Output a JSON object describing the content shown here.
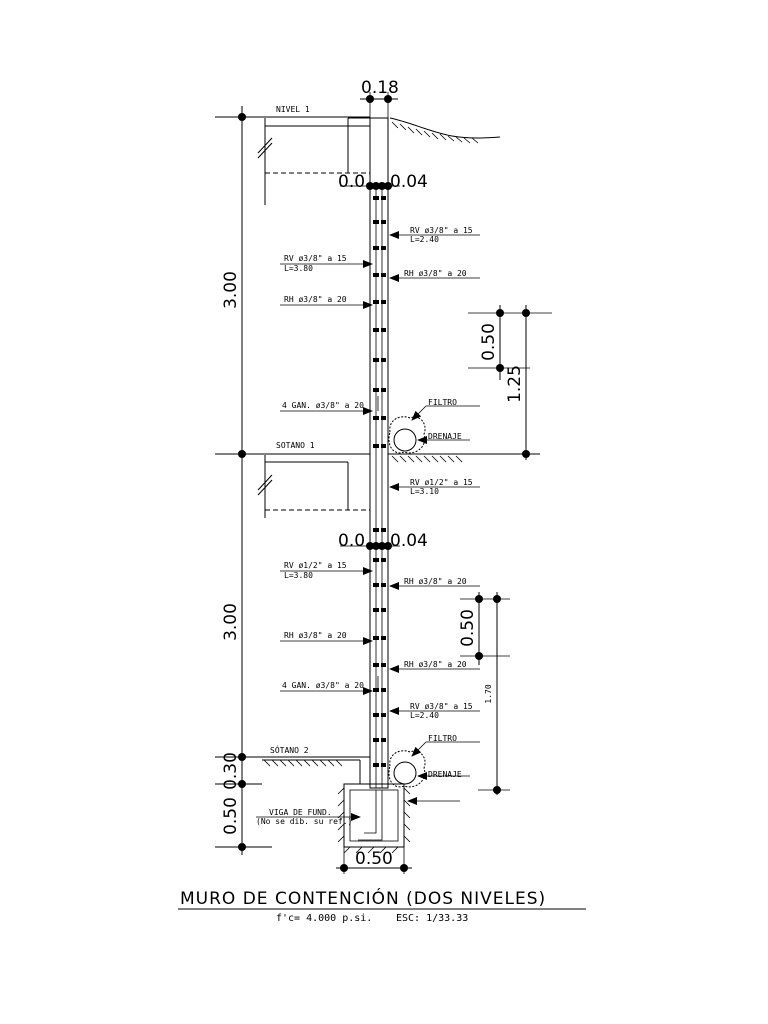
{
  "drawing": {
    "levels": {
      "nivel1": "NIVEL 1",
      "sotano1": "SOTANO 1",
      "sotano2": "SÓTANO 2"
    },
    "dims": {
      "top_width": "0.18",
      "upper_height": "3.00",
      "upper_cover": "0.04",
      "upper_cover_left": "0.0",
      "lower_height": "3.00",
      "lower_cover": "0.04",
      "lower_cover_left": "0.0",
      "base_030": "0.30",
      "base_050": "0.50",
      "footing_width": "0.50",
      "right_050_top": "0.50",
      "right_125": "1.25",
      "right_050_bottom": "0.50",
      "right_170": "1.70"
    },
    "rebar": {
      "rv_upper_right": "RV ø3/8\" a 15",
      "rv_upper_right_len": "L=2.40",
      "rv_upper_left": "RV ø3/8\" a 15",
      "rv_upper_left_len": "L=3.80",
      "rh_upper_right": "RH ø3/8\" a 20",
      "rh_upper_left": "RH ø3/8\" a 20",
      "gan_upper": "4 GAN. ø3/8\" a 20",
      "rv_mid_right": "RV ø1/2\" a 15",
      "rv_mid_right_len": "L=3.10",
      "rv_lower_left": "RV ø1/2\" a 15",
      "rv_lower_left_len": "L=3.80",
      "rh_lower_right_1": "RH ø3/8\" a 20",
      "rh_lower_left": "RH ø3/8\" a 20",
      "rh_lower_right_2": "RH ø3/8\" a 20",
      "gan_lower": "4 GAN. ø3/8\" a 20",
      "rv_lower_right": "RV ø3/8\" a 15",
      "rv_lower_right_len": "L=2.40"
    },
    "drainage": {
      "filtro_upper": "FILTRO",
      "drenaje_upper": "DRENAJE",
      "filtro_lower": "FILTRO",
      "drenaje_lower": "DRENAJE"
    },
    "footing": {
      "viga_line1": "VIGA DE FUND.",
      "viga_line2": "(No se dib. su ref.)"
    }
  },
  "title": {
    "main": "MURO DE CONTENCIÓN (DOS NIVELES)",
    "fc": "f'c= 4.000 p.si.",
    "scale": "ESC: 1/33.33"
  }
}
